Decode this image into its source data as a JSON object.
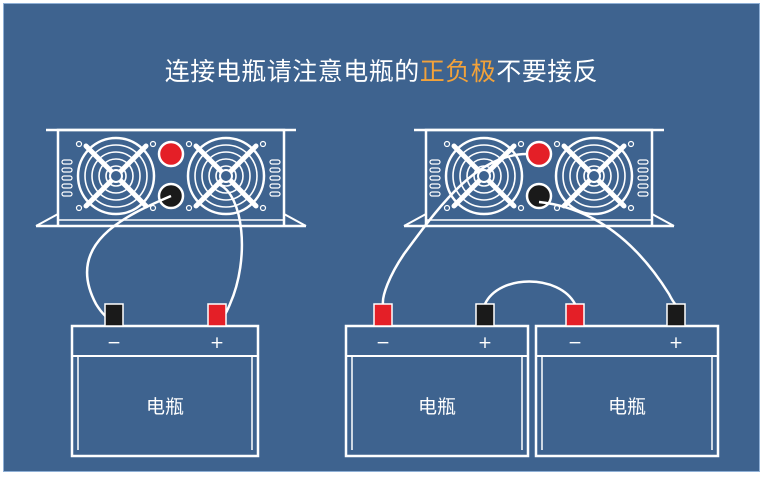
{
  "title": {
    "part1": "连接电瓶请注意电瓶的",
    "highlight": "正负极",
    "part2": "不要接反"
  },
  "colors": {
    "background": "#3e638f",
    "line": "#ffffff",
    "highlight": "#f2a23a",
    "positive_terminal": "#e41f27",
    "negative_terminal": "#1a1a1a"
  },
  "left_setup": {
    "battery": {
      "label": "电瓶",
      "neg_sign": "−",
      "pos_sign": "+"
    }
  },
  "right_setup": {
    "battery_a": {
      "label": "电瓶",
      "neg_sign": "−",
      "pos_sign": "+"
    },
    "battery_b": {
      "label": "电瓶",
      "neg_sign": "−",
      "pos_sign": "+"
    }
  },
  "icons": [
    "inverter-icon",
    "fan-icon",
    "positive-terminal-icon",
    "negative-terminal-icon",
    "battery-icon"
  ]
}
